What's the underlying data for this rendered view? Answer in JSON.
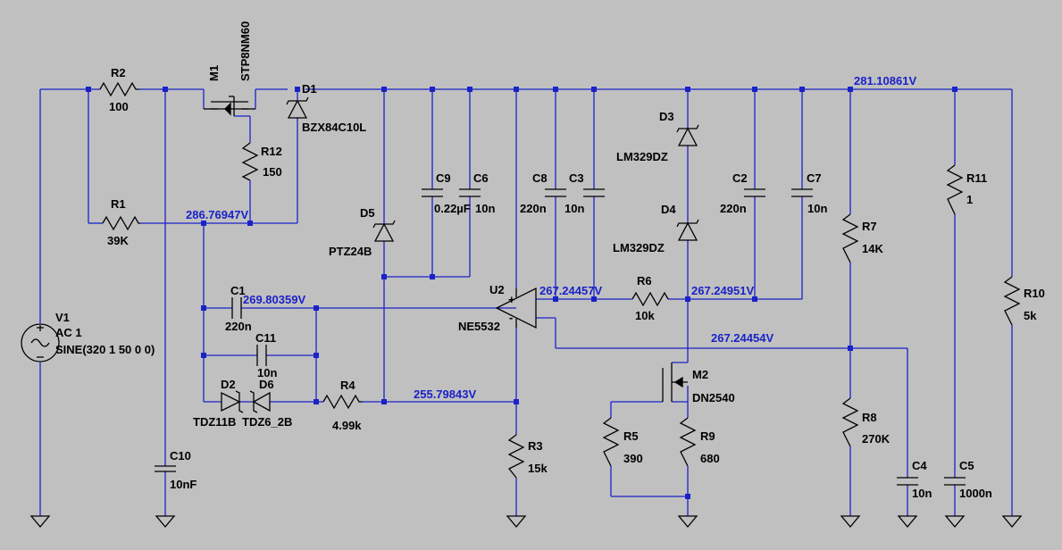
{
  "colors": {
    "background": "#c0c0c0",
    "wire": "#1a22c8",
    "component": "#000000",
    "node_label": "#1a22c8"
  },
  "components": {
    "V1": {
      "ref": "V1",
      "line1": "AC 1",
      "line2": "SINE(320 1 50 0 0)"
    },
    "R2": {
      "ref": "R2",
      "value": "100"
    },
    "R1": {
      "ref": "R1",
      "value": "39K"
    },
    "R12": {
      "ref": "R12",
      "value": "150"
    },
    "M1": {
      "ref": "M1",
      "value": "STP8NM60"
    },
    "D1": {
      "ref": "D1",
      "value": "BZX84C10L"
    },
    "D5": {
      "ref": "D5",
      "value": "PTZ24B"
    },
    "C9": {
      "ref": "C9",
      "value": "0.22µF"
    },
    "C6": {
      "ref": "C6",
      "value": "10n"
    },
    "C8": {
      "ref": "C8",
      "value": "220n"
    },
    "C3": {
      "ref": "C3",
      "value": "10n"
    },
    "D3": {
      "ref": "D3",
      "value": "LM329DZ"
    },
    "D4": {
      "ref": "D4",
      "value": "LM329DZ"
    },
    "C2": {
      "ref": "C2",
      "value": "220n"
    },
    "C7": {
      "ref": "C7",
      "value": "10n"
    },
    "R11": {
      "ref": "R11",
      "value": "1"
    },
    "R10": {
      "ref": "R10",
      "value": "5k"
    },
    "R7": {
      "ref": "R7",
      "value": "14K"
    },
    "R8": {
      "ref": "R8",
      "value": "270K"
    },
    "C1": {
      "ref": "C1",
      "value": "220n"
    },
    "C11": {
      "ref": "C11",
      "value": "10n"
    },
    "D2": {
      "ref": "D2",
      "value": "TDZ11B"
    },
    "D6": {
      "ref": "D6",
      "value": "TDZ6_2B"
    },
    "R4": {
      "ref": "R4",
      "value": "4.99k"
    },
    "U2": {
      "ref": "U2",
      "value": "NE5532",
      "plus": "+",
      "minus": "-"
    },
    "R6": {
      "ref": "R6",
      "value": "10k"
    },
    "R3": {
      "ref": "R3",
      "value": "15k"
    },
    "M2": {
      "ref": "M2",
      "value": "DN2540"
    },
    "R5": {
      "ref": "R5",
      "value": "390"
    },
    "R9": {
      "ref": "R9",
      "value": "680"
    },
    "C4": {
      "ref": "C4",
      "value": "10n"
    },
    "C5": {
      "ref": "C5",
      "value": "1000n"
    },
    "C10": {
      "ref": "C10",
      "value": "10nF"
    }
  },
  "node_voltages": {
    "rail": "281.10861V",
    "gate_node": "286.76947V",
    "c1_node": "269.80359V",
    "opamp_out": "267.24457V",
    "ref_node": "267.24951V",
    "plus_node": "267.24454V",
    "r4_node": "255.79843V"
  }
}
